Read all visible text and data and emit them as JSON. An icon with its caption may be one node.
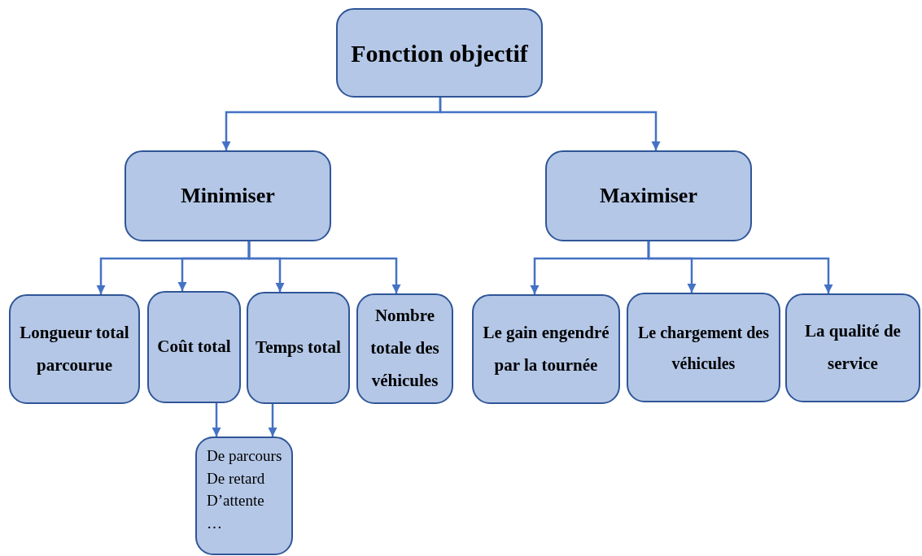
{
  "diagram": {
    "nodes": [
      {
        "text": [
          "Fonction objectif"
        ]
      },
      {
        "text": [
          "Minimiser"
        ]
      },
      {
        "text": [
          "Maximiser"
        ]
      },
      {
        "text": [
          "Longueur total parcourue"
        ]
      },
      {
        "text": [
          "Coût total"
        ]
      },
      {
        "text": [
          "Temps total"
        ]
      },
      {
        "text": [
          "Nombre totale des véhicules"
        ]
      },
      {
        "text": [
          "Le gain engendré par la tournée"
        ]
      },
      {
        "text": [
          "Le chargement des véhicules"
        ]
      },
      {
        "text": [
          "La qualité de service"
        ]
      },
      {
        "text": [
          "De parcours",
          "De retard",
          "D’attente",
          "…"
        ]
      }
    ],
    "edges": [
      {
        "from": 0,
        "to": 1,
        "arrow": "to"
      },
      {
        "from": 0,
        "to": 2,
        "arrow": "to"
      },
      {
        "from": 1,
        "to": 3,
        "arrow": "to"
      },
      {
        "from": 1,
        "to": 4,
        "arrow": "to"
      },
      {
        "from": 1,
        "to": 5,
        "arrow": "to"
      },
      {
        "from": 1,
        "to": 6,
        "arrow": "to"
      },
      {
        "from": 2,
        "to": 7,
        "arrow": "to"
      },
      {
        "from": 2,
        "to": 8,
        "arrow": "to"
      },
      {
        "from": 2,
        "to": 9,
        "arrow": "to"
      },
      {
        "from": 4,
        "to": 10,
        "arrow": "to"
      },
      {
        "from": 5,
        "to": 10,
        "arrow": "to"
      }
    ]
  }
}
